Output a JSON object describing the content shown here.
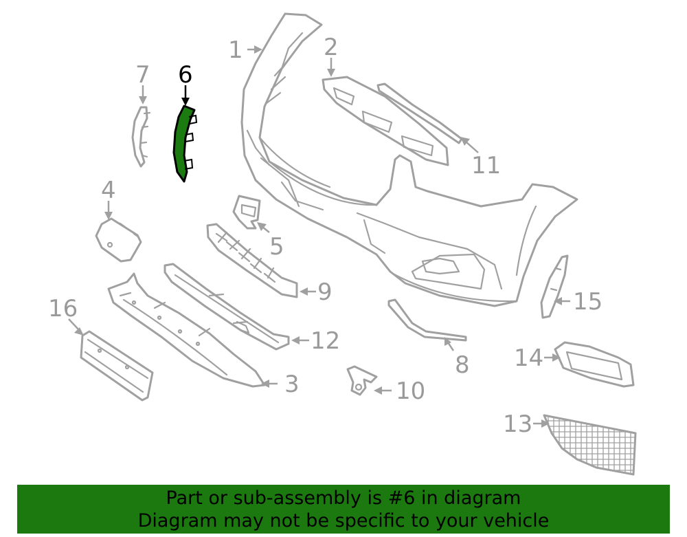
{
  "callouts": {
    "c1": "1",
    "c2": "2",
    "c3": "3",
    "c4": "4",
    "c5": "5",
    "c6": "6",
    "c7": "7",
    "c8": "8",
    "c9": "9",
    "c10": "10",
    "c11": "11",
    "c12": "12",
    "c13": "13",
    "c14": "14",
    "c15": "15",
    "c16": "16"
  },
  "highlighted_part": "6",
  "colors": {
    "highlight": "#1b7a10",
    "banner": "#1c7910",
    "line_art": "#a0a0a0"
  },
  "banner": {
    "line1": "Part or sub-assembly is #6 in diagram",
    "line2": "Diagram may not be specific to your vehicle"
  }
}
